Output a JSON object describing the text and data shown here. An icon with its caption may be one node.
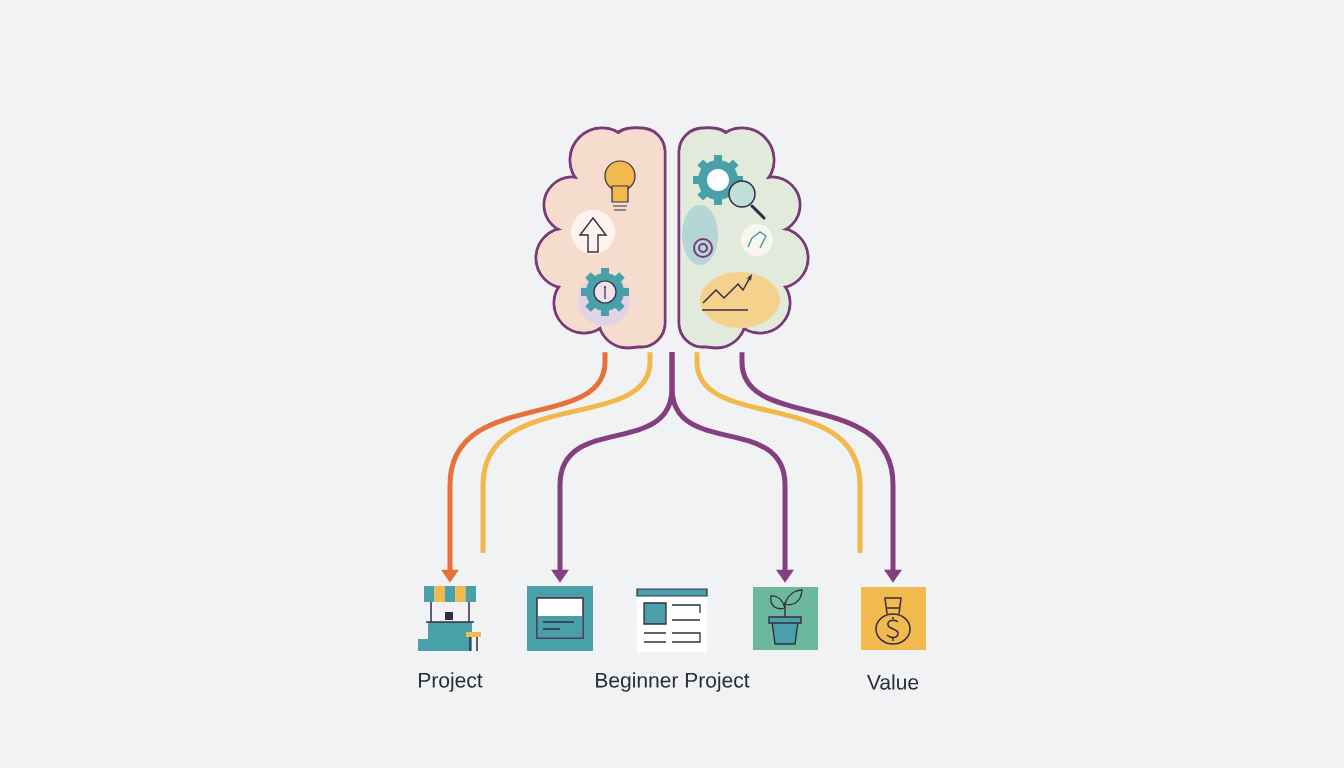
{
  "diagram": {
    "nodes": [
      {
        "text": [],
        "shape": "picture"
      },
      {
        "text": [
          "Project"
        ]
      },
      {
        "text": [],
        "shape": "picture"
      },
      {
        "text": [
          "Beginner Project"
        ]
      },
      {
        "text": [],
        "shape": "picture"
      },
      {
        "text": [
          "Value"
        ]
      }
    ],
    "edges": [
      {
        "from": 0,
        "to": 1,
        "arrow": "to",
        "color": "#e8703a"
      },
      {
        "from": 0,
        "to": null,
        "arrow": "none",
        "color": "#f2b84b"
      },
      {
        "from": 0,
        "to": 2,
        "arrow": "to"
      },
      {
        "from": 0,
        "to": 4,
        "arrow": "to"
      },
      {
        "from": 0,
        "to": null,
        "arrow": "none",
        "color": "#f2b84b"
      },
      {
        "from": 0,
        "to": 5,
        "arrow": "to"
      }
    ]
  }
}
